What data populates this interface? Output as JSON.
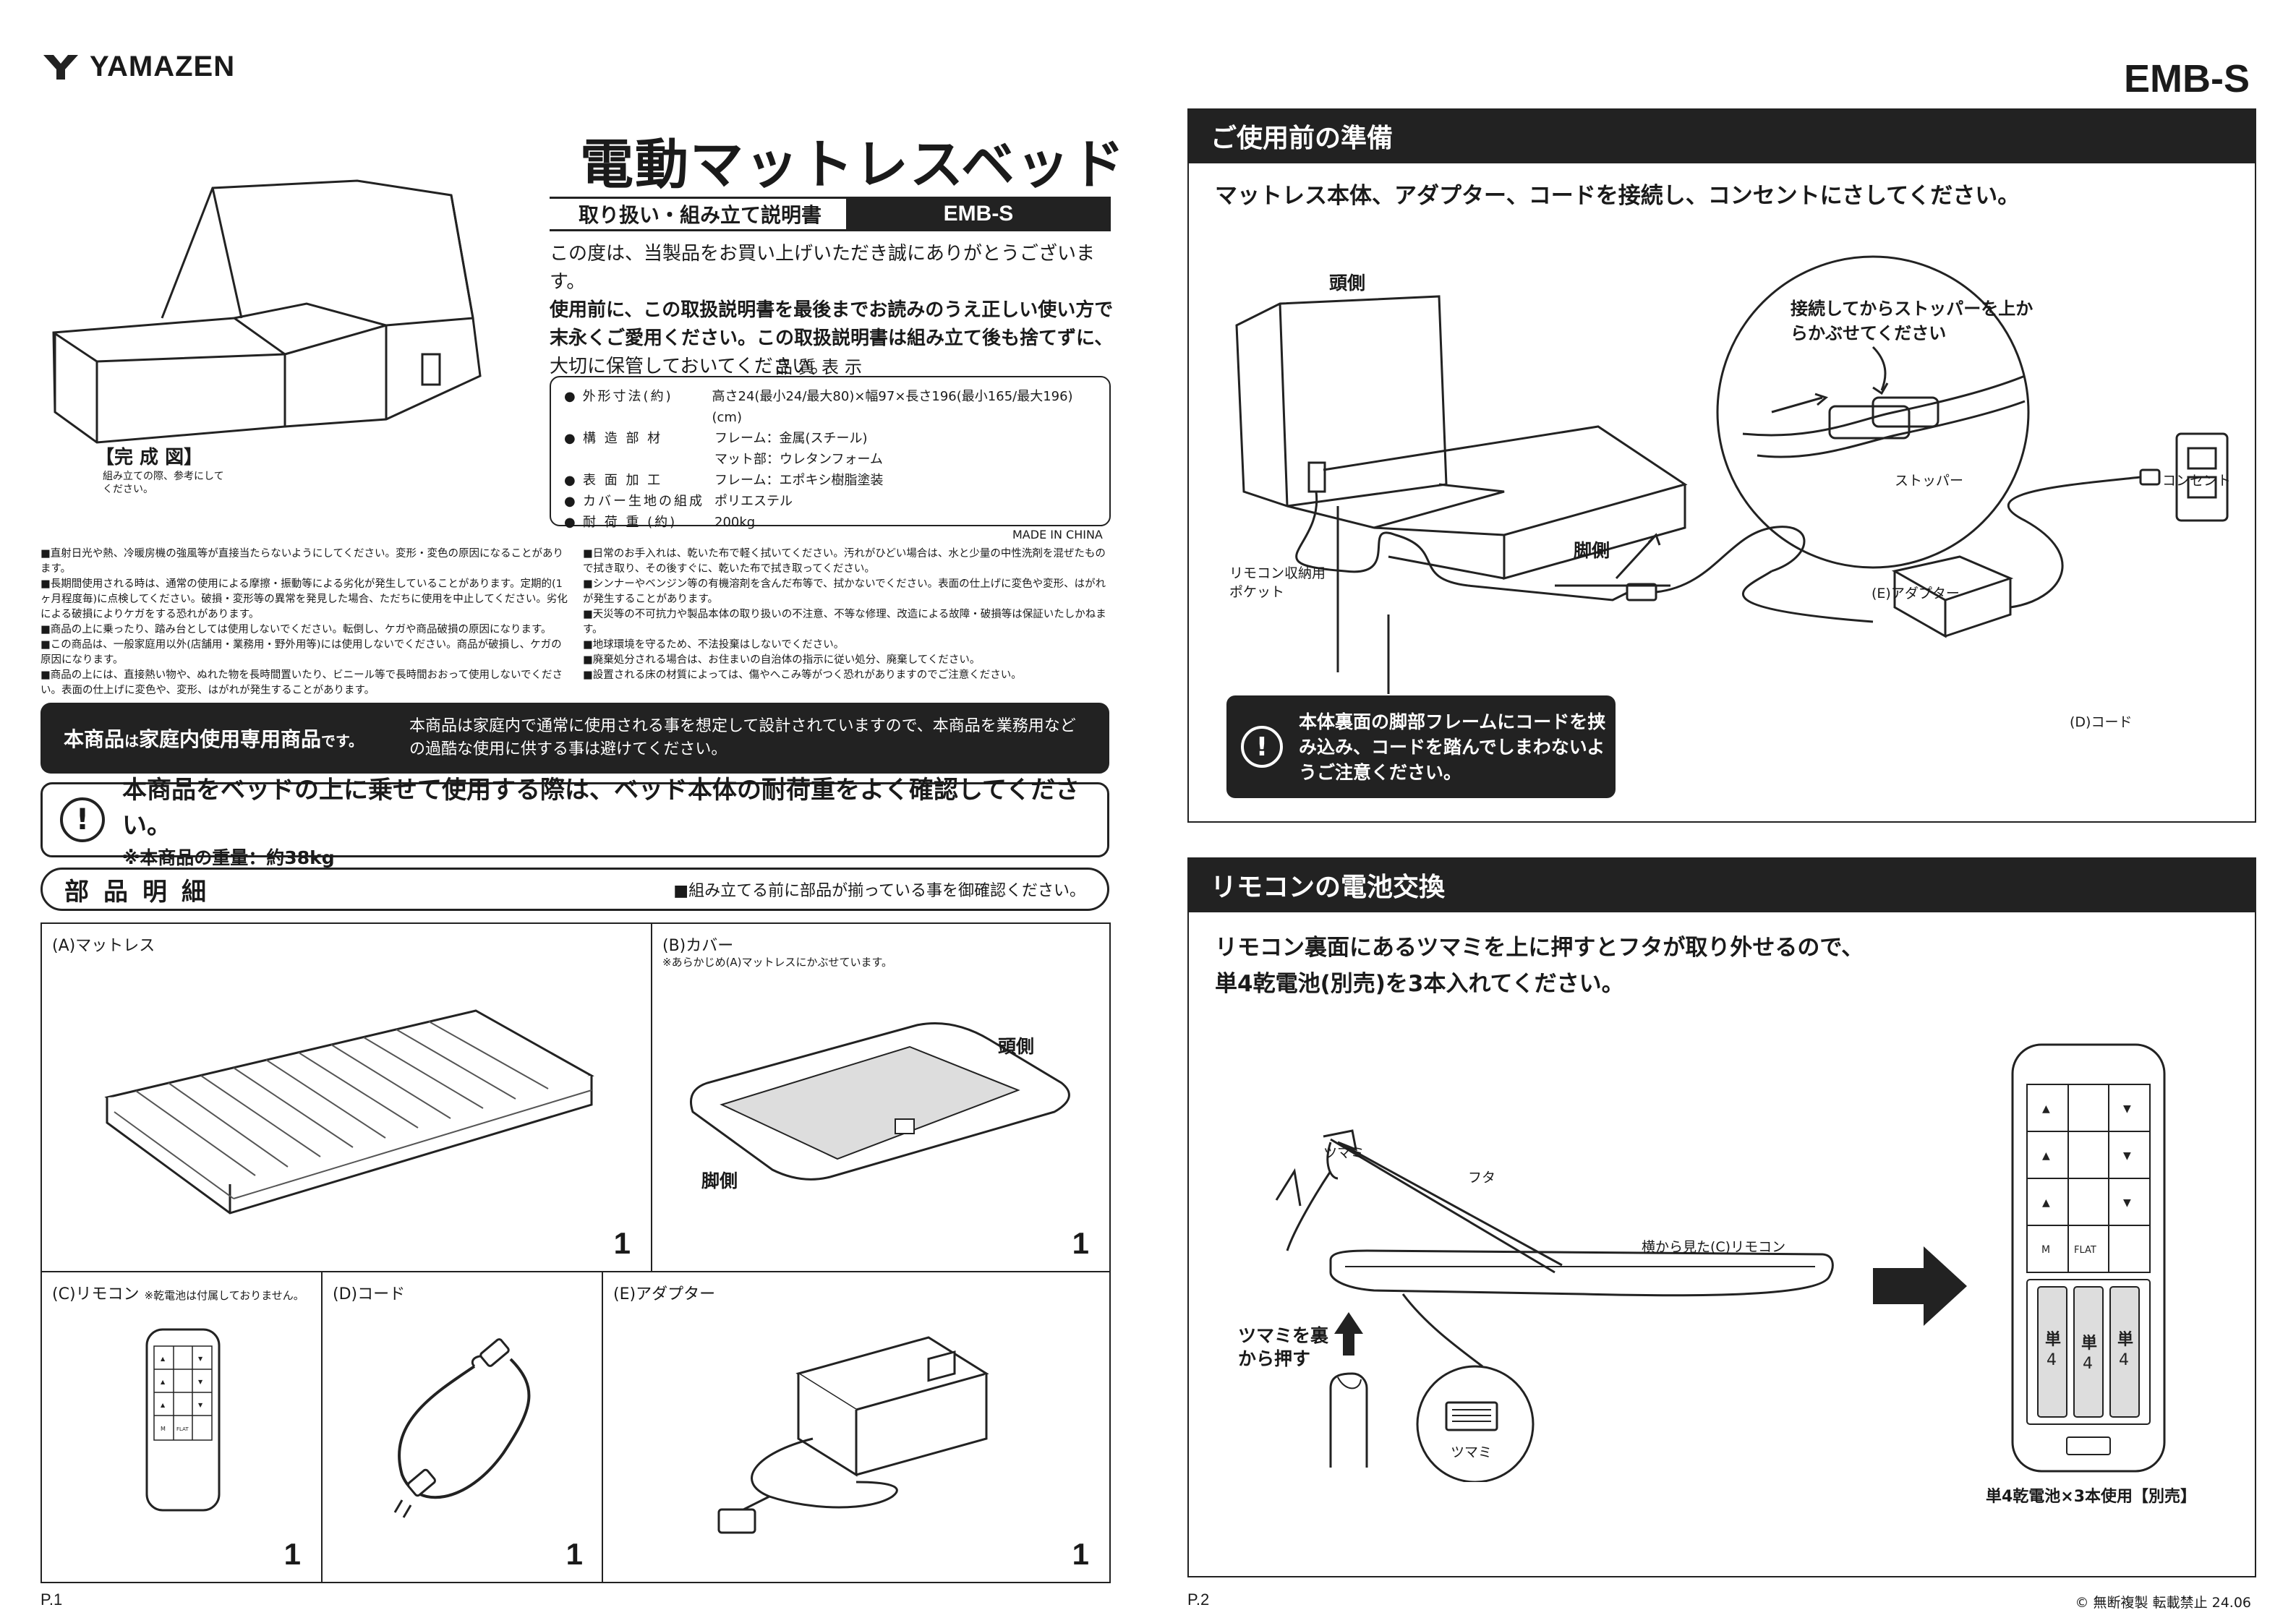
{
  "brand": {
    "name": "YAMAZEN"
  },
  "model_top": "EMB-S",
  "title": "電動マットレスベッド",
  "subtitle": "取り扱い・組み立て説明書",
  "subtitle_model": "EMB-S",
  "intro": [
    "この度は、当製品をお買い上げいただき誠にありがとうございます。",
    "使用前に、この取扱説明書を最後までお読みのうえ正しい使い方で",
    "末永くご愛用ください。この取扱説明書は組み立て後も捨てずに、",
    "大切に保管しておいてください。"
  ],
  "quality": {
    "title": "品質表示",
    "rows": [
      {
        "k": "外形寸法(約)",
        "v": "高さ24(最小24/最大80)×幅97×長さ196(最小165/最大196)(cm)"
      },
      {
        "k": "構 造 部 材",
        "v": "フレーム：金属(スチール)"
      },
      {
        "k": "",
        "v": "マット部：ウレタンフォーム"
      },
      {
        "k": "表 面 加 工",
        "v": "フレーム：エポキシ樹脂塗装"
      },
      {
        "k": "カバー生地の組成",
        "v": "ポリエステル"
      },
      {
        "k": "耐 荷 重 (約)",
        "v": "200kg"
      }
    ],
    "made_in": "MADE IN CHINA"
  },
  "complete_fig": {
    "label": "【完 成 図】",
    "note": "組み立ての際、参考にしてください。"
  },
  "notes_left": [
    "■直射日光や熱、冷暖房機の強風等が直接当たらないようにしてください。変形・変色の原因になることがあります。",
    "■長期間使用される時は、通常の使用による摩擦・振動等による劣化が発生していることがあります。定期的(1ヶ月程度毎)に点検してください。破損・変形等の異常を発見した場合、ただちに使用を中止してください。劣化による破損によりケガをする恐れがあります。",
    "■商品の上に乗ったり、踏み台としては使用しないでください。転倒し、ケガや商品破損の原因になります。",
    "■この商品は、一般家庭用以外(店舗用・業務用・野外用等)には使用しないでください。商品が破損し、ケガの原因になります。",
    "■商品の上には、直接熱い物や、ぬれた物を長時間置いたり、ビニール等で長時間おおって使用しないでください。表面の仕上げに変色や、変形、はがれが発生することがあります。"
  ],
  "notes_right": [
    "■日常のお手入れは、乾いた布で軽く拭いてください。汚れがひどい場合は、水と少量の中性洗剤を混ぜたもので拭き取り、その後すぐに、乾いた布で拭き取ってください。",
    "■シンナーやベンジン等の有機溶剤を含んだ布等で、拭かないでください。表面の仕上げに変色や変形、はがれが発生することがあります。",
    "■天災等の不可抗力や製品本体の取り扱いの不注意、不等な修理、改造による故障・破損等は保証いたしかねます。",
    "■地球環境を守るため、不法投棄はしないでください。",
    "■廃棄処分される場合は、お住まいの自治体の指示に従い処分、廃棄してください。",
    "■設置される床の材質によっては、傷やへこみ等がつく恐れがありますのでご注意ください。"
  ],
  "home_banner": {
    "left_a": "本商品",
    "left_b": "は",
    "left_c": "家庭内使用専用商品",
    "left_d": "です。",
    "right": "本商品は家庭内で通常に使用される事を想定して設計されていますので、本商品を業務用などの過酷な使用に供する事は避けてください。"
  },
  "warning": {
    "main": "本商品をベッドの上に乗せて使用する際は、ベッド本体の耐荷重をよく確認してください。",
    "sub": "※本商品の重量：約38kg"
  },
  "parts": {
    "title": "部品明細",
    "note": "■組み立てる前に部品が揃っている事を御確認ください。",
    "a": {
      "label": "(A)マットレス",
      "qty": "1"
    },
    "b": {
      "label": "(B)カバー",
      "sub": "※あらかじめ(A)マットレスにかぶせています。",
      "head": "頭側",
      "foot": "脚側",
      "qty": "1"
    },
    "c": {
      "label": "(C)リモコン",
      "small": "※乾電池は付属しておりません。",
      "qty": "1"
    },
    "d": {
      "label": "(D)コード",
      "qty": "1"
    },
    "e": {
      "label": "(E)アダプター",
      "qty": "1"
    }
  },
  "page1": "P.1",
  "page2": "P.2",
  "prep": {
    "header": "ご使用前の準備",
    "instruction": "マットレス本体、アダプター、コードを接続し、コンセントにさしてください。",
    "head": "頭側",
    "foot": "脚側",
    "pocket": "リモコン収納用ポケット",
    "zoom_text": "接続してからストッパーを上からかぶせてください",
    "stopper": "ストッパー",
    "outlet": "コンセント",
    "adapter": "(E)アダプター",
    "cord": "(D)コード",
    "caution": "本体裏面の脚部フレームにコードを挟み込み、コードを踏んでしまわないようご注意ください。"
  },
  "battery": {
    "header": "リモコンの電池交換",
    "instruction_1": "リモコン裏面にあるツマミを上に押すとフタが取り外せるので、",
    "instruction_2": "単4乾電池(別売)を3本入れてください。",
    "tsumami": "ツマミ",
    "futa": "フタ",
    "side_view": "横から見た(C)リモコン",
    "push": "ツマミを裏から押す",
    "tsumami2": "ツマミ",
    "remote_keys": [
      "▲",
      "▼",
      "▲",
      "▼",
      "▲",
      "▼",
      "M",
      "FLAT"
    ],
    "battery_label": "単 4",
    "battery_caption": "単4乾電池×3本使用【別売】"
  },
  "copyright": "© 無断複製 転載禁止 24.06"
}
